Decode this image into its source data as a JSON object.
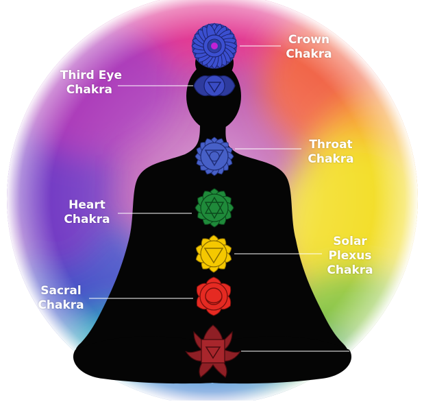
{
  "colors": {
    "background": "#ffffff",
    "silhouette": "#050505",
    "crown": "#7a2fa0",
    "crown_center": "#c021d6",
    "third_eye": "#2f3b9c",
    "throat": "#3f5bb8",
    "heart": "#1c7a33",
    "solar_plexus": "#f2c300",
    "sacral": "#e2261f",
    "root": "#8c1f24",
    "label_text": "#ffffff"
  },
  "labels": {
    "crown": {
      "line1": "Crown",
      "line2": "Chakra"
    },
    "third_eye": {
      "line1": "Third Eye",
      "line2": "Chakra"
    },
    "throat": {
      "line1": "Throat",
      "line2": "Chakra"
    },
    "heart": {
      "line1": "Heart",
      "line2": "Chakra"
    },
    "solar_plexus": {
      "line1": "Solar",
      "line2": "Plexus",
      "line3": "Chakra"
    },
    "sacral": {
      "line1": "Sacral",
      "line2": "Chakra"
    }
  },
  "icons": {
    "crown": "lotus-icon",
    "third_eye": "two-petal-lotus-icon",
    "throat": "sixteen-petal-lotus-icon",
    "heart": "hexagram-lotus-icon",
    "solar_plexus": "triangle-lotus-icon",
    "sacral": "crescent-lotus-icon",
    "root": "square-lotus-icon"
  }
}
